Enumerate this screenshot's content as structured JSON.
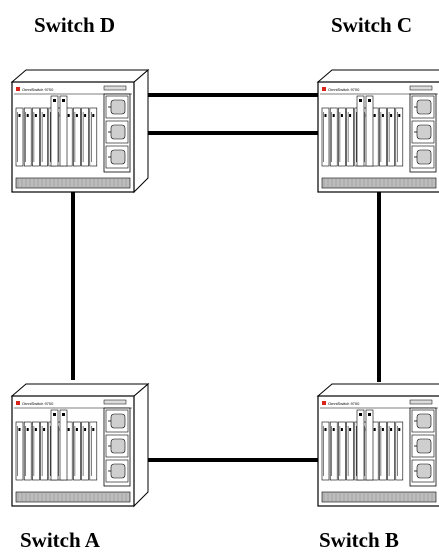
{
  "diagram": {
    "switches": [
      {
        "id": "D",
        "label": "Switch D",
        "brand": "OmniSwitch 9700"
      },
      {
        "id": "C",
        "label": "Switch C",
        "brand": "OmniSwitch 9700"
      },
      {
        "id": "A",
        "label": "Switch A",
        "brand": "OmniSwitch 9700"
      },
      {
        "id": "B",
        "label": "Switch B",
        "brand": "OmniSwitch 9700"
      }
    ],
    "links": [
      {
        "from": "D",
        "to": "C",
        "count": 2
      },
      {
        "from": "D",
        "to": "A",
        "count": 1
      },
      {
        "from": "C",
        "to": "B",
        "count": 1
      },
      {
        "from": "A",
        "to": "B",
        "count": 1
      }
    ],
    "colors": {
      "line": "#000000",
      "chassis": "#ffffff",
      "logo": "#d9241c",
      "vent": "#bdbdbd"
    }
  }
}
